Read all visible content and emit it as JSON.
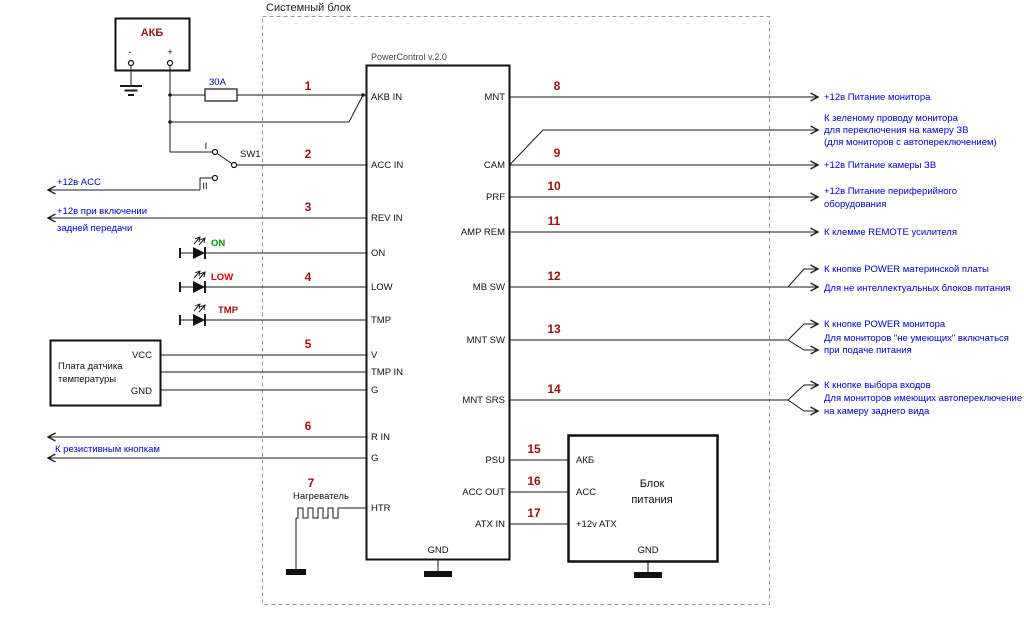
{
  "colors": {
    "wire": "#1a1a1a",
    "label_blue": "#0000c8",
    "number_red": "#991111",
    "led_on_green": "#009900",
    "led_low_red": "#dd0000",
    "led_tmp_red": "#991111",
    "battery_title_red": "#8b1a1a",
    "ground_fill": "#111111"
  },
  "frame": {
    "label": "Системный блок"
  },
  "battery": {
    "title": "АКБ",
    "minus": "-",
    "plus": "+"
  },
  "fuse": {
    "label": "30A"
  },
  "sw1": {
    "label": "SW1",
    "pos_i": "I",
    "pos_ii": "II"
  },
  "left": {
    "acc": "+12в  ACC",
    "rev1": "+12в  при включении",
    "rev2": "задней передачи",
    "resistive": "К резистивным кнопкам"
  },
  "leds": {
    "on": "ON",
    "low": "LOW",
    "tmp": "TMP"
  },
  "sensor": {
    "line1": "Плата датчика",
    "line2": "температуры",
    "vcc": "VCC",
    "gnd": "GND"
  },
  "heater": {
    "label": "Нагреватель"
  },
  "controller": {
    "title": "PowerControl v.2.0",
    "gnd": "GND",
    "pins_left": {
      "akb_in": "AKB IN",
      "acc_in": "ACC IN",
      "rev_in": "REV IN",
      "on": "ON",
      "low": "LOW",
      "tmp": "TMP",
      "v": "V",
      "tmp_in": "TMP IN",
      "g1": "G",
      "r_in": "R IN",
      "g2": "G",
      "htr": "HTR"
    },
    "pins_right": {
      "mnt": "MNT",
      "cam": "CAM",
      "prf": "PRF",
      "amp_rem": "AMP REM",
      "mb_sw": "MB SW",
      "mnt_sw": "MNT SW",
      "mnt_srs": "MNT SRS",
      "psu": "PSU",
      "acc_out": "ACC OUT",
      "atx_in": "ATX IN"
    }
  },
  "psu": {
    "line1": "Блок",
    "line2": "питания",
    "akb": "АКБ",
    "acc": "ACC",
    "atx": "+12v ATX",
    "gnd": "GND"
  },
  "numbers": {
    "n1": "1",
    "n2": "2",
    "n3": "3",
    "n4": "4",
    "n5": "5",
    "n6": "6",
    "n7": "7",
    "n8": "8",
    "n9": "9",
    "n10": "10",
    "n11": "11",
    "n12": "12",
    "n13": "13",
    "n14": "14",
    "n15": "15",
    "n16": "16",
    "n17": "17"
  },
  "right": {
    "mnt": "+12в  Питание монитора",
    "cam1": "К зеленому проводу монитора",
    "cam2": "для переключения на камеру ЗВ",
    "cam3": "(для мониторов с автопереключением)",
    "cam_pwr": "+12в  Питание камеры ЗВ",
    "prf1": "+12в  Питание периферийного",
    "prf2": "оборудования",
    "amp": "К клемме REMOTE усилителя",
    "mb1": "К кнопке POWER материнской платы",
    "mb2": "Для не интеллектуальных блоков питания",
    "msw1": "К кнопке POWER монитора",
    "msw2": "Для мониторов \"не умеющих\" включаться",
    "msw3": "при подаче питания",
    "msrs1": "К кнопке выбора входов",
    "msrs2": "Для мониторов имеющих автопереключение",
    "msrs3": "на камеру заднего вида"
  }
}
